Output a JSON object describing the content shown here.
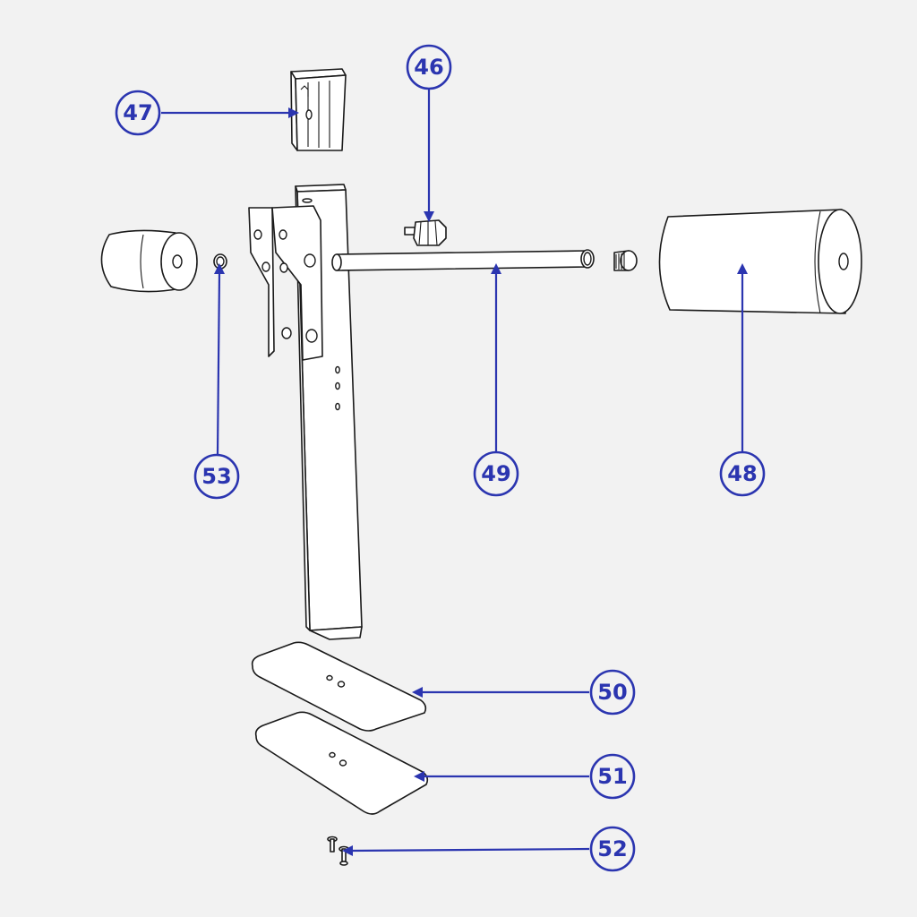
{
  "diagram": {
    "type": "exploded-parts-view",
    "callout_color": "#2b35b0",
    "background": "#f2f2f2",
    "callouts": [
      {
        "id": "46",
        "label": "46"
      },
      {
        "id": "47",
        "label": "47"
      },
      {
        "id": "48",
        "label": "48"
      },
      {
        "id": "49",
        "label": "49"
      },
      {
        "id": "50",
        "label": "50"
      },
      {
        "id": "51",
        "label": "51"
      },
      {
        "id": "52",
        "label": "52"
      },
      {
        "id": "53",
        "label": "53"
      }
    ]
  }
}
